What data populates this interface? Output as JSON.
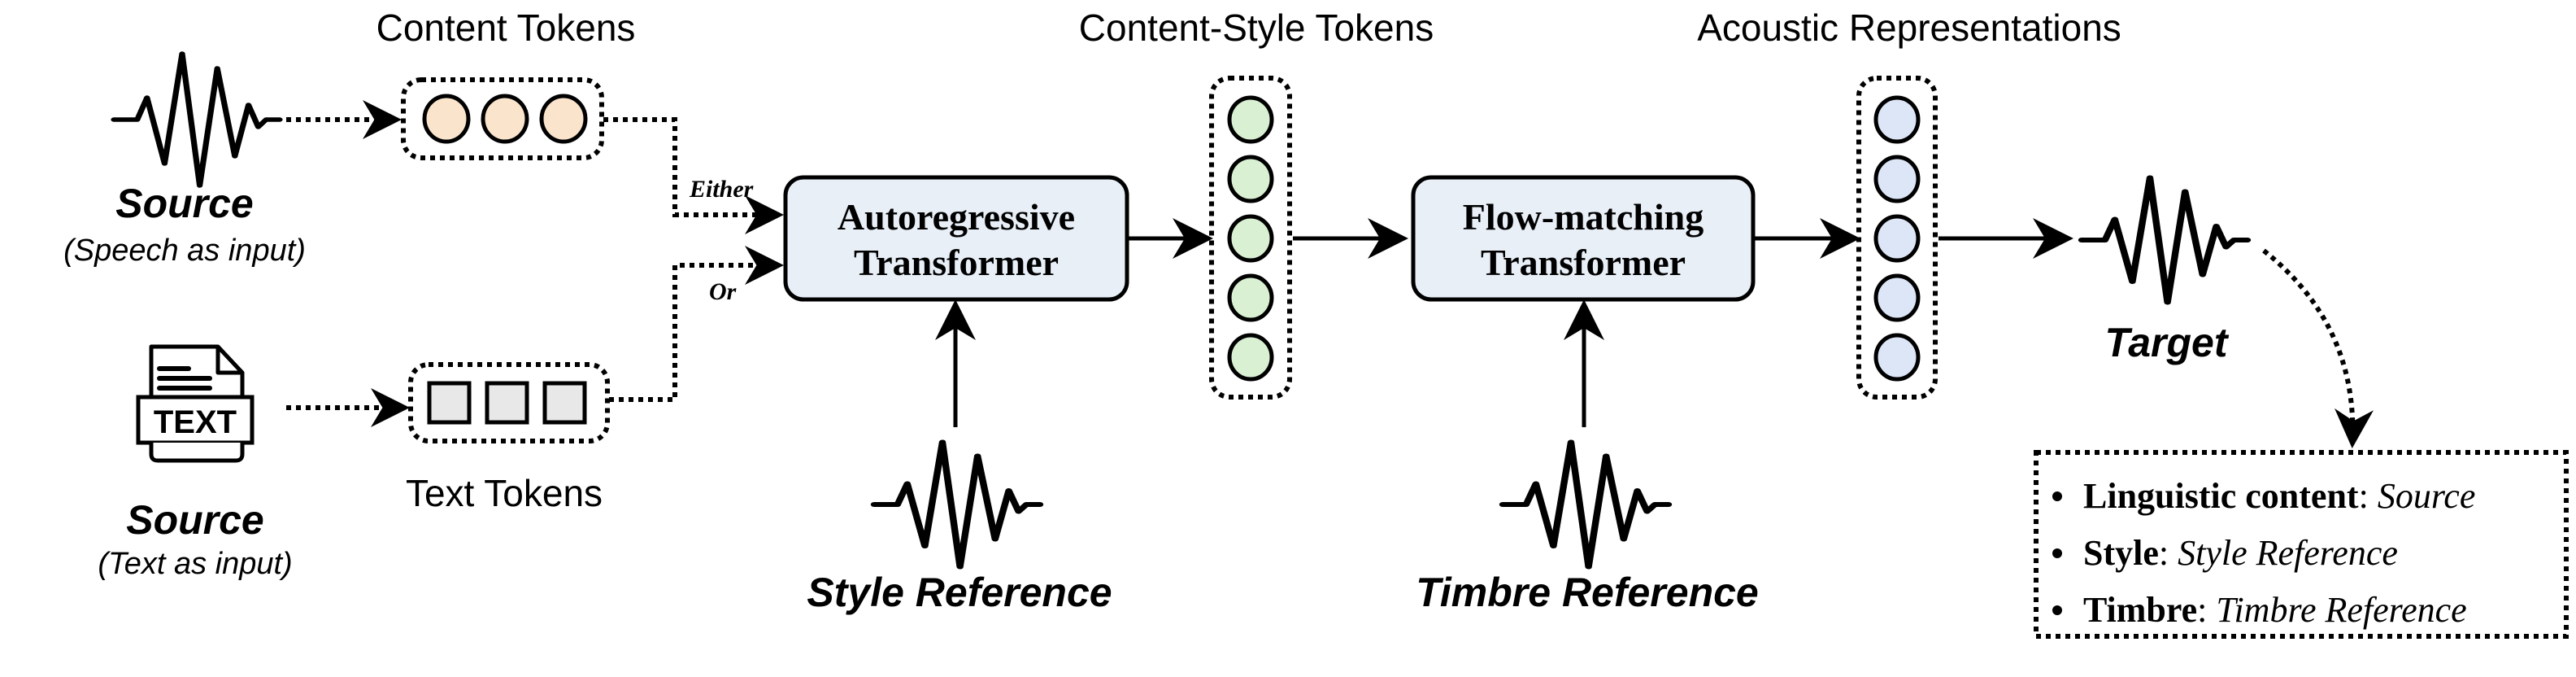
{
  "headers": {
    "content_tokens": "Content Tokens",
    "content_style_tokens": "Content-Style Tokens",
    "acoustic_representations": "Acoustic Representations",
    "text_tokens": "Text Tokens"
  },
  "sources": {
    "speech": {
      "title": "Source",
      "subtitle": "(Speech as input)"
    },
    "text": {
      "title": "Source",
      "subtitle": "(Text as input)",
      "icon_label": "TEXT"
    }
  },
  "routing": {
    "either": "Either",
    "or": "Or"
  },
  "models": {
    "ar": {
      "line1": "Autoregressive",
      "line2": "Transformer"
    },
    "fm": {
      "line1": "Flow-matching",
      "line2": "Transformer"
    }
  },
  "references": {
    "style": "Style Reference",
    "timbre": "Timbre Reference"
  },
  "target": {
    "label": "Target"
  },
  "legend": [
    {
      "key": "Linguistic content",
      "value": "Source"
    },
    {
      "key": "Style",
      "value": "Style Reference"
    },
    {
      "key": "Timbre",
      "value": "Timbre Reference"
    }
  ],
  "colors": {
    "content_token_fill": "#fae5cc",
    "content_style_token_fill": "#d9f0d3",
    "acoustic_token_fill": "#dde6f7",
    "text_token_fill": "#e8e8e8",
    "model_box_fill": "#e8eff7"
  },
  "token_counts": {
    "content": 3,
    "text": 3,
    "content_style": 5,
    "acoustic": 5
  }
}
